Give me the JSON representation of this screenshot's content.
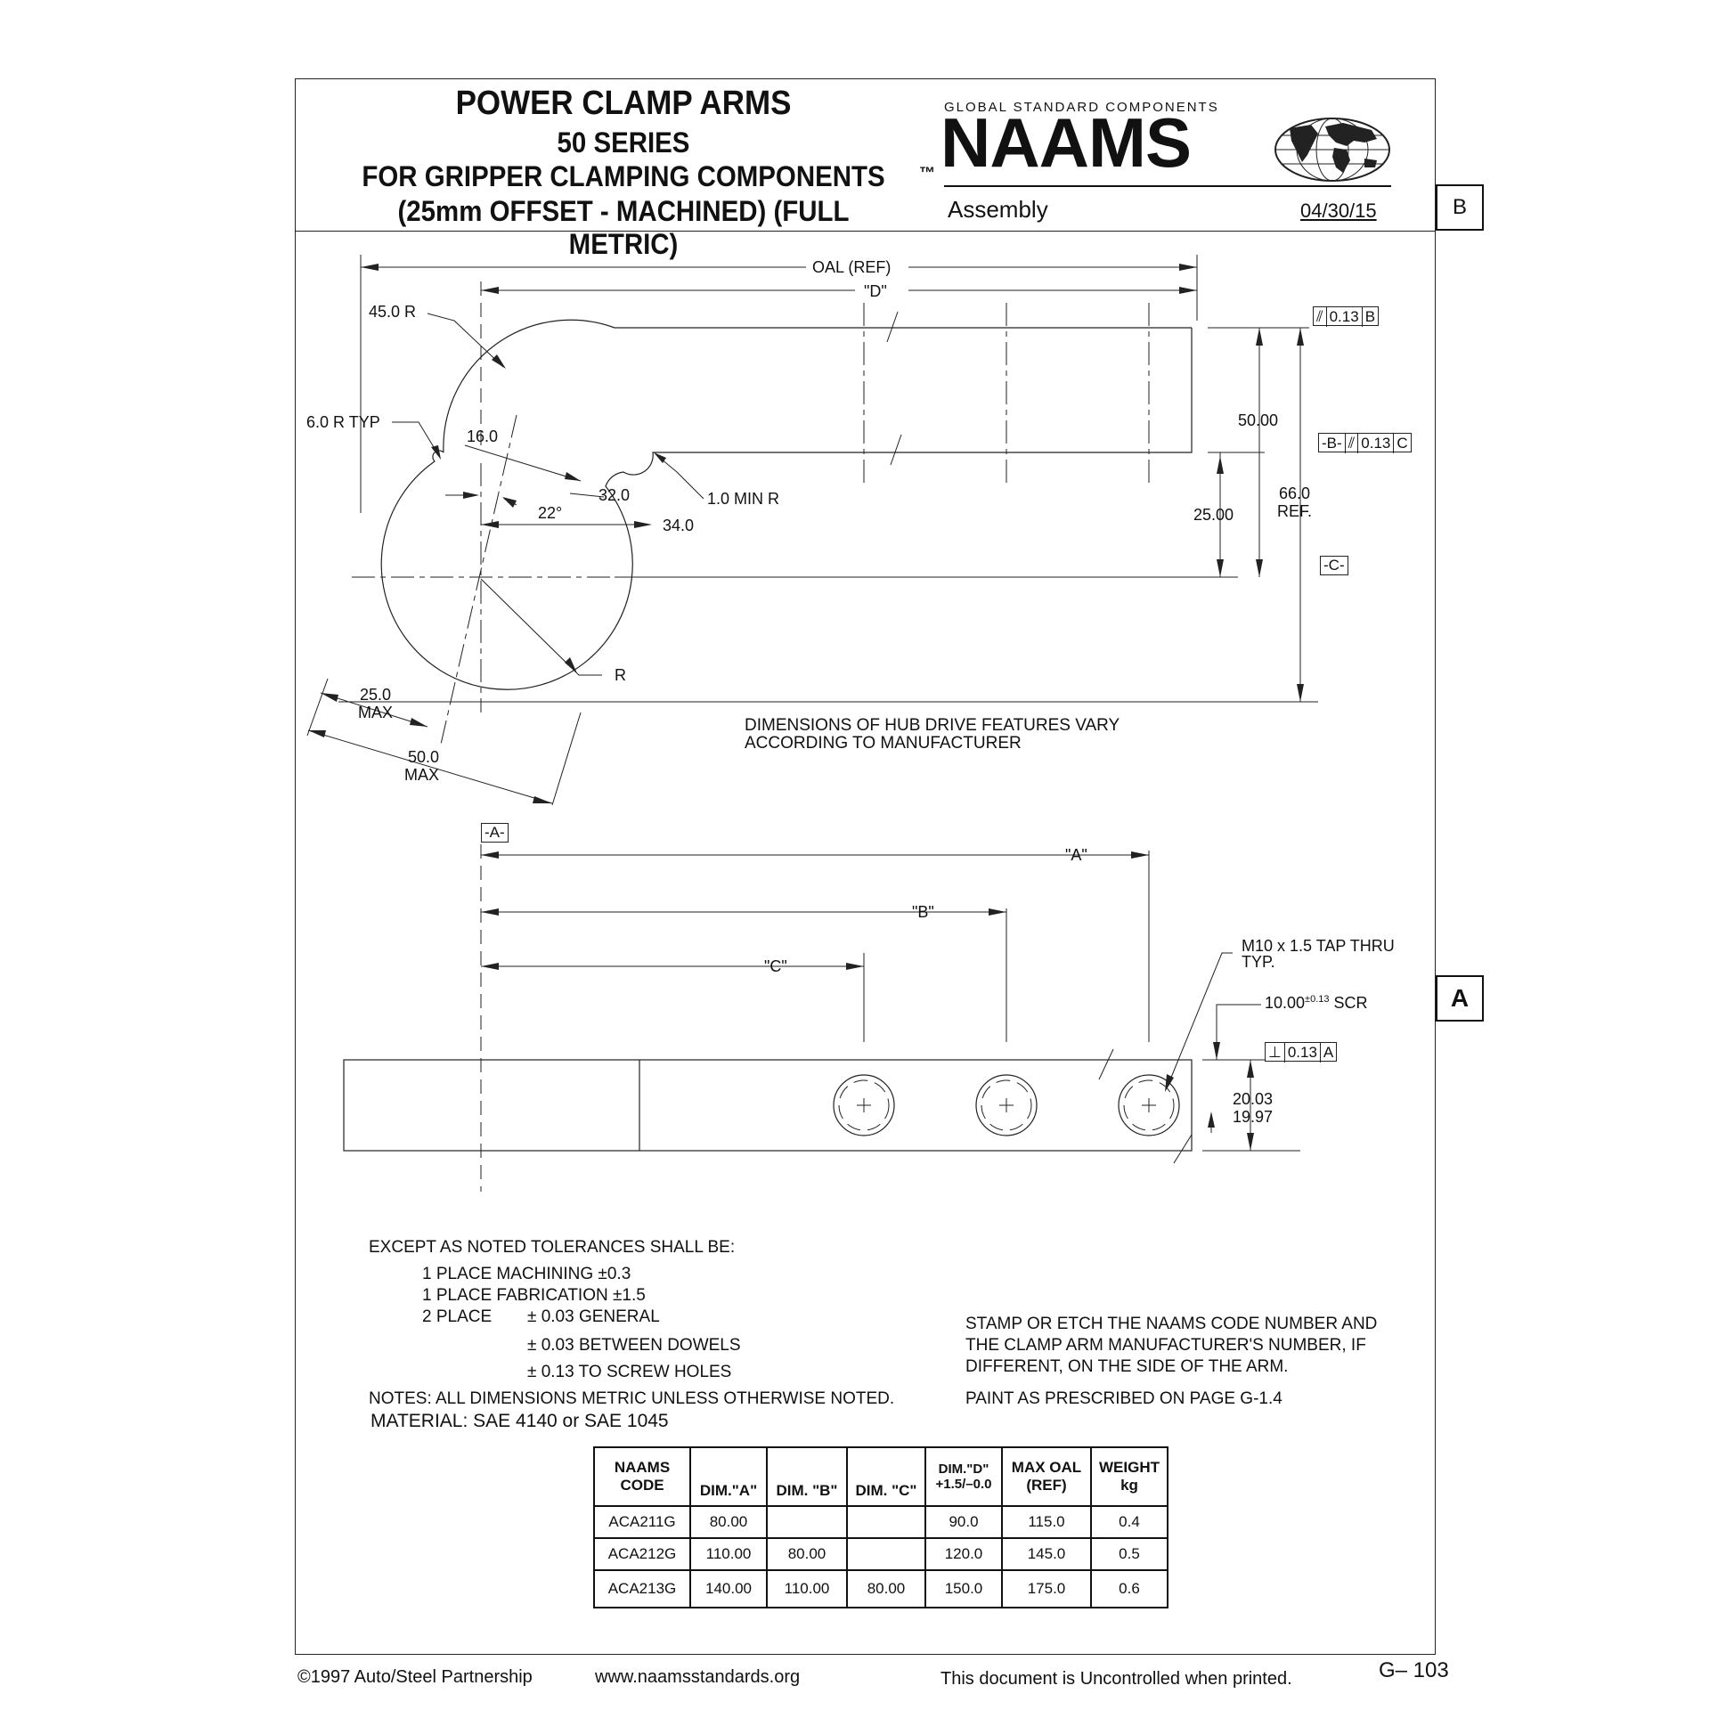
{
  "title": {
    "line1": "POWER CLAMP ARMS",
    "line2": "50 SERIES",
    "line3": "FOR GRIPPER CLAMPING COMPONENTS",
    "line4": "(25mm OFFSET - MACHINED) (FULL METRIC)"
  },
  "brand": {
    "tagline": "GLOBAL STANDARD COMPONENTS",
    "tm": "™",
    "name": "NAAMS",
    "subtitle": "Assembly",
    "date": "04/30/15"
  },
  "revisions": [
    "B",
    "A"
  ],
  "dims": {
    "oal": "OAL (REF)",
    "d": "\"D\"",
    "r45": "45.0 R",
    "r6": "6.0 R TYP",
    "d16": "16.0",
    "d32": "32.0",
    "ang22": "22°",
    "d34": "34.0",
    "minr": "1.0 MIN R",
    "h50": "50.00",
    "h25": "25.00",
    "h66": "66.0",
    "ref": "REF.",
    "r": "R",
    "w25": "25.0",
    "w50": "50.0",
    "max": "MAX",
    "a": "\"A\"",
    "b": "\"B\"",
    "c": "\"C\"",
    "tap1": "M10 x 1.5 TAP THRU",
    "tap2": "TYP.",
    "scr": "10.00",
    "scr_tol": "±0.13",
    "scr_suffix": "SCR",
    "t_hi": "20.03",
    "t_lo": "19.97"
  },
  "datums": {
    "a": "-A-",
    "b": "-B-",
    "c": "-C-"
  },
  "gdt": {
    "par_val": "0.13",
    "par_ref_b": "B",
    "par_ref_c": "C",
    "perp_val": "0.13",
    "perp_ref": "A"
  },
  "notes": {
    "hub1": "DIMENSIONS OF HUB DRIVE FEATURES VARY",
    "hub2": "ACCORDING TO MANUFACTURER",
    "tol_head": "EXCEPT AS NOTED TOLERANCES SHALL BE:",
    "tol1": "1 PLACE MACHINING ±0.3",
    "tol2": "1 PLACE FABRICATION ±1.5",
    "tol3a": "2 PLACE",
    "tol3b": "± 0.03 GENERAL",
    "tol4": "± 0.03 BETWEEN DOWELS",
    "tol5": "± 0.13 TO SCREW HOLES",
    "notes": "NOTES:   ALL DIMENSIONS METRIC UNLESS OTHERWISE NOTED.",
    "material": "MATERIAL: SAE 4140 or SAE 1045",
    "stamp1": "STAMP OR ETCH THE NAAMS CODE NUMBER AND",
    "stamp2": "THE CLAMP ARM MANUFACTURER'S NUMBER, IF",
    "stamp3": "DIFFERENT, ON THE SIDE OF THE ARM.",
    "paint": "PAINT AS PRESCRIBED ON PAGE G-1.4"
  },
  "table": {
    "headers": [
      [
        "NAAMS",
        "CODE"
      ],
      [
        "",
        "DIM.\"A\""
      ],
      [
        "",
        "DIM. \"B\""
      ],
      [
        "",
        "DIM. \"C\""
      ],
      [
        "DIM.\"D\"",
        "+1.5/–0.0"
      ],
      [
        "MAX OAL",
        "(REF)"
      ],
      [
        "WEIGHT",
        "kg"
      ]
    ],
    "rows": [
      [
        "ACA211G",
        "80.00",
        "",
        "",
        "90.0",
        "115.0",
        "0.4"
      ],
      [
        "ACA212G",
        "110.00",
        "80.00",
        "",
        "120.0",
        "145.0",
        "0.5"
      ],
      [
        "ACA213G",
        "140.00",
        "110.00",
        "80.00",
        "150.0",
        "175.0",
        "0.6"
      ]
    ]
  },
  "footer": {
    "copyright": "©1997 Auto/Steel Partnership",
    "url": "www.naamsstandards.org",
    "disclaimer": "This document is Uncontrolled when printed.",
    "page": "G– 103"
  }
}
